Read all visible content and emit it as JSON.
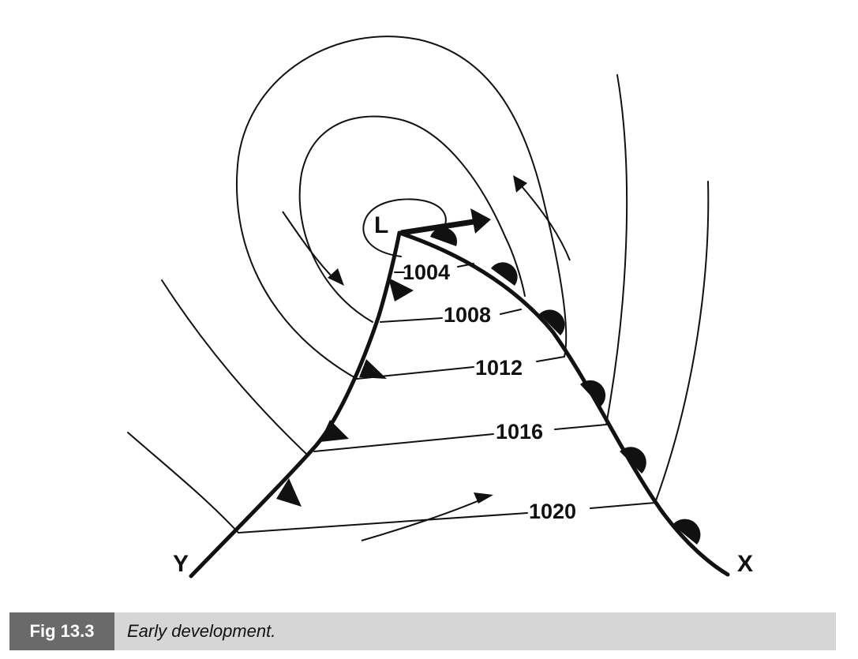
{
  "diagram": {
    "low_label": "L",
    "isobar_labels": [
      "1004",
      "1008",
      "1012",
      "1016",
      "1020"
    ],
    "point_labels": {
      "left": "Y",
      "right": "X"
    },
    "fronts": [
      "cold-front",
      "warm-front"
    ],
    "colors": {
      "ink": "#111111"
    }
  },
  "caption": {
    "fig_number": "Fig 13.3",
    "title": "Early development."
  }
}
